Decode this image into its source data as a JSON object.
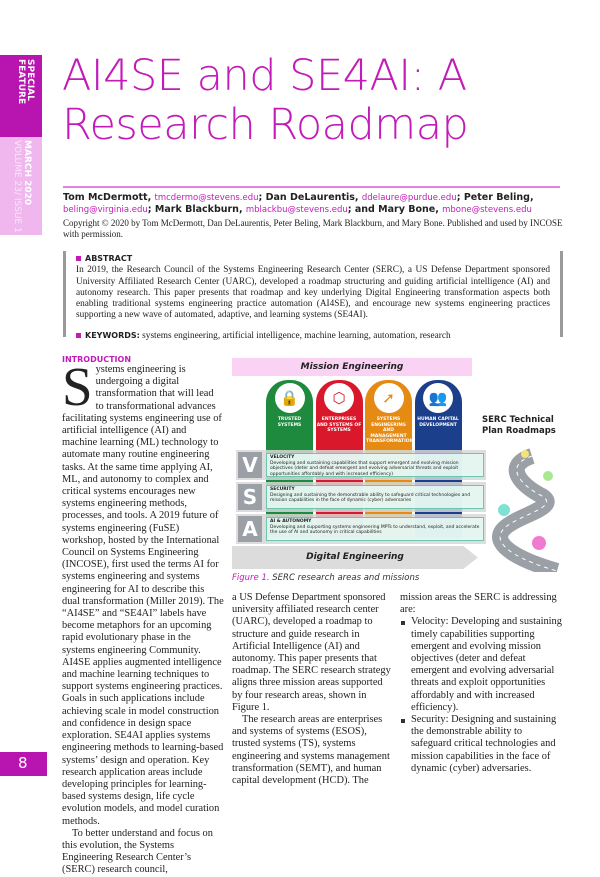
{
  "sidebar": {
    "section": "SPECIAL FEATURE",
    "date": "MARCH 2020",
    "issue": "VOLUME 23/ ISSUE 1"
  },
  "title": "AI4SE and SE4AI: A Research Roadmap",
  "authors": [
    {
      "name": "Tom McDermott",
      "email": "tmcdermo@stevens.edu",
      "sep": "; "
    },
    {
      "name": "Dan DeLaurentis",
      "email": "ddelaure@purdue.edu",
      "sep": "; "
    },
    {
      "name": "Peter Beling",
      "email": "beling@virginia.edu",
      "sep": "; "
    },
    {
      "name": "Mark Blackburn",
      "email": "mblackbu@stevens.edu",
      "sep": "; and "
    },
    {
      "name": "Mary Bone",
      "email": "mbone@stevens.edu",
      "sep": ""
    }
  ],
  "copyright": "Copyright © 2020 by Tom McDermott, Dan DeLaurentis, Peter Beling, Mark Blackburn, and Mary Bone. Published and used by INCOSE with permission.",
  "abstract": {
    "heading": "ABSTRACT",
    "text": "In 2019, the Research Council of the Systems Engineering Research Center (SERC), a US Defense Department sponsored University Affiliated Research Center (UARC), developed a roadmap structuring and guiding artificial intelligence (AI) and autonomy research. This paper presents that roadmap and key underlying Digital Engineering transformation aspects both enabling traditional systems engineering practice automation (AI4SE), and encourage new systems engineering practices supporting a new wave of automated, adaptive, and learning systems (SE4AI).",
    "keywords_label": "KEYWORDS:",
    "keywords": "systems engineering, artificial intelligence, machine learning, automation, research"
  },
  "intro": {
    "heading": "INTRODUCTION",
    "dropcap": "S",
    "p1": "ystems engineering is undergoing a digital transformation that will lead to transformational advances facilitating systems engineering use of artificial intelligence (AI) and machine learning (ML) technology to automate many routine engineering tasks. At the same time applying AI, ML, and autonomy to complex and critical systems encourages new systems engineering methods, processes, and tools. A 2019 future of systems engineering (FuSE) workshop, hosted by the International Council on Systems Engineering (INCOSE), first used the terms AI for systems engineering and systems engineering for AI to describe this dual transformation (Miller 2019). The “AI4SE” and “SE4AI” labels have become metaphors for an upcoming rapid evolutionary phase in the systems engineering Community. AI4SE applies augmented intelligence and machine learning techniques to support systems engineering practices. Goals in such applications include achieving scale in model construction and confidence in design space exploration. SE4AI applies systems engineering methods to learning-based systems’ design and operation. Key research application areas include developing principles for learning-based systems design, life cycle evolution models, and model curation methods.",
    "p2": "To better understand and focus on this evolution, the Systems Engineering Research Center’s (SERC) research council,"
  },
  "col2": {
    "p1": "a US Defense Department sponsored university affiliated research center (UARC), developed a roadmap to structure and guide research in Artificial Intelligence (AI) and autonomy. This paper presents that roadmap. The SERC research strategy aligns three mission areas supported by four research areas, shown in Figure 1.",
    "p2": "The research areas are enterprises and systems of systems (ESOS), trusted systems (TS), systems engineering and systems management transformation (SEMT), and human capital development (HCD). The"
  },
  "col3": {
    "intro": "mission areas the SERC is addressing are:",
    "bullets": [
      "Velocity: Developing and sustaining timely capabilities supporting emergent and evolving mission objectives (deter and defeat emergent and evolving adversarial threats and exploit opportunities affordably and with increased efficiency).",
      "Security: Designing and sustaining the demonstrable ability to safeguard critical technologies and mission capabilities in the face of dynamic (cyber) adversaries."
    ]
  },
  "figure": {
    "caption_label": "Figure 1.",
    "caption": "SERC research areas and missions",
    "top_bar": "Mission Engineering",
    "bottom_bar": "Digital Engineering",
    "roadmap_title": "SERC Technical Plan Roadmaps",
    "areas": [
      {
        "label": "TRUSTED SYSTEMS",
        "color": "#1e8a3e",
        "icon": "lock-icon"
      },
      {
        "label": "ENTERPRISES AND SYSTEMS OF SYSTEMS",
        "color": "#d9182b",
        "icon": "network-icon"
      },
      {
        "label": "SYSTEMS ENGINEERING AND MANAGEMENT TRANSFORMATION",
        "color": "#e58a12",
        "icon": "arrows-icon"
      },
      {
        "label": "HUMAN CAPITAL DEVELOPMENT",
        "color": "#1c3f8c",
        "icon": "people-icon"
      }
    ],
    "missions": [
      {
        "letter": "V",
        "title": "VELOCITY",
        "text": "Developing and sustaining capabilities that support emergent and evolving mission objectives (deter and defeat emergent and evolving adversarial threats and exploit opportunities affordably and with increased efficiency)"
      },
      {
        "letter": "S",
        "title": "SECURITY",
        "text": "Designing and sustaining the demonstrable ability to safeguard critical technologies and mission capabilities in the face of dynamic (cyber) adversaries"
      },
      {
        "letter": "A",
        "title": "AI & AUTONOMY",
        "text": "Developing and supporting systems engineering MPTs to understand, exploit, and accelerate the use of AI and autonomy in critical capabilities"
      }
    ]
  },
  "page_number": "8",
  "colors": {
    "accent": "#c21bb8",
    "sidebar_dark": "#b714b0",
    "sidebar_light": "#f0b6ee"
  }
}
